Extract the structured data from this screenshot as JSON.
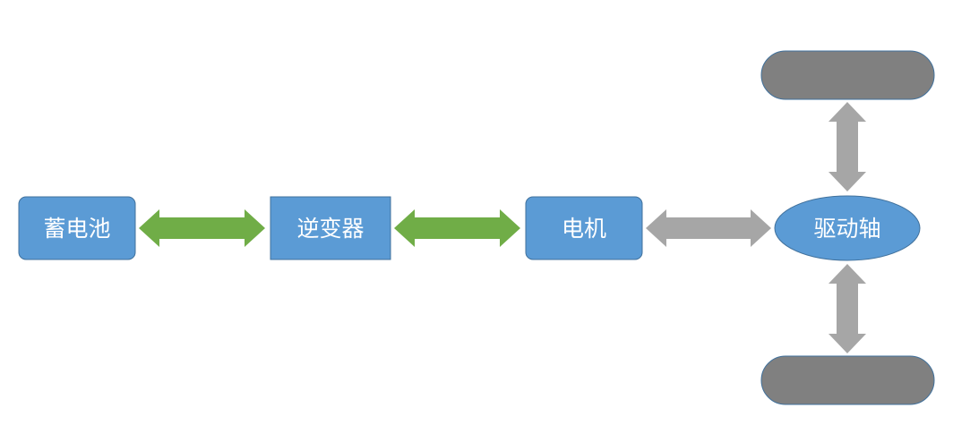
{
  "nodes": {
    "battery": "蓄电池",
    "inverter": "逆变器",
    "motor": "电机",
    "drive_shaft": "驱动轴",
    "wheel_top": "",
    "wheel_bottom": ""
  },
  "colors": {
    "node_fill": "#5b9bd5",
    "node_stroke": "#41719c",
    "wheel_fill": "#808080",
    "electric_arrow": "#70ad47",
    "mechanical_arrow": "#a6a6a6",
    "label_text": "#ffffff"
  }
}
